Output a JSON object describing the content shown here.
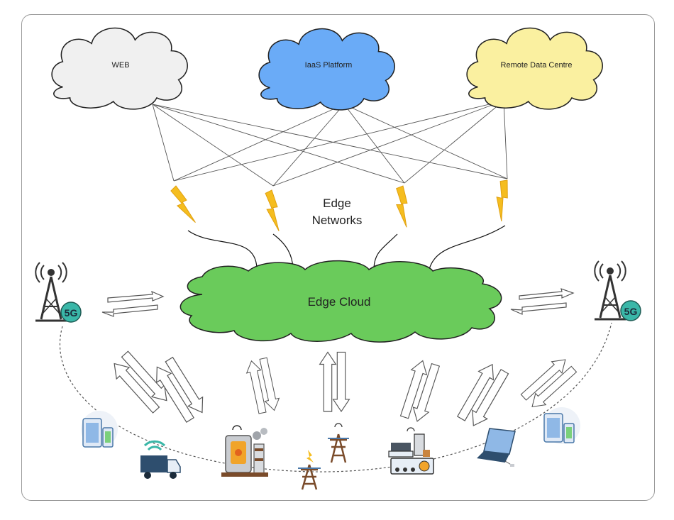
{
  "clouds": {
    "web": {
      "label": "WEB",
      "color": "#f0f0f0"
    },
    "iaas": {
      "label": "IaaS Platform",
      "color": "#6aabf7"
    },
    "remote": {
      "label": "Remote Data Centre",
      "color": "#faf0a0"
    },
    "edge_cloud": {
      "label": "Edge Cloud",
      "color": "#6acb5b"
    }
  },
  "edge_networks": {
    "label": "Edge Networks"
  },
  "towers": [
    {
      "badge": "5G"
    },
    {
      "badge": "5G"
    }
  ],
  "colors": {
    "lightning": "#f5bd1f",
    "truck": "#2e4e6e",
    "wifi": "#3ab7a8"
  },
  "icons": [
    "phone-tablet-icon",
    "delivery-truck-icon",
    "factory-tank-icon",
    "power-pylon-icon",
    "power-pylon-antenna-icon",
    "robot-arm-machine-icon",
    "laptop-icon",
    "phone-tablet-icon"
  ]
}
